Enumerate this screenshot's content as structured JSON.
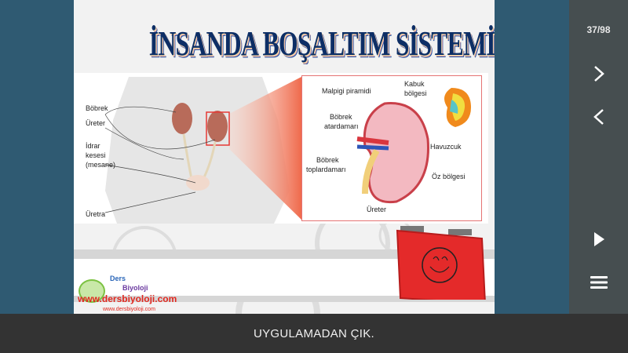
{
  "slide": {
    "title": "İNSANDA BOŞALTIM SİSTEMİ",
    "body_labels": {
      "kidney": "Böbrek",
      "ureter": "Üreter",
      "bladder_line1": "İdrar",
      "bladder_line2": "kesesi",
      "bladder_line3": "(mesane)",
      "urethra": "Üretra"
    },
    "kidney_labels": {
      "malpighi": "Malpigi piramidi",
      "cortex_line1": "Kabuk",
      "cortex_line2": "bölgesi",
      "artery_line1": "Böbrek",
      "artery_line2": "atardamarı",
      "pelvis": "Havuzcuk",
      "vein_line1": "Böbrek",
      "vein_line2": "toplardamarı",
      "medulla": "Öz bölgesi",
      "ureter": "Üreter"
    },
    "logo": {
      "line1": "Ders",
      "line2": "Biyoloji",
      "url": "www.dersbiyoloji.com",
      "url_small": "www.dersbiyoloji.com"
    }
  },
  "sidebar": {
    "page_counter": "37/98",
    "next_icon": "chevron-right-icon",
    "prev_icon": "chevron-left-icon",
    "play_icon": "play-icon",
    "menu_icon": "menu-icon"
  },
  "bottom_bar": {
    "exit_label": "UYGULAMADAN ÇIK."
  },
  "colors": {
    "sidebar": "#464e50",
    "background": "#2f5a72",
    "bottom": "#333333",
    "accent_red": "#e53935"
  }
}
